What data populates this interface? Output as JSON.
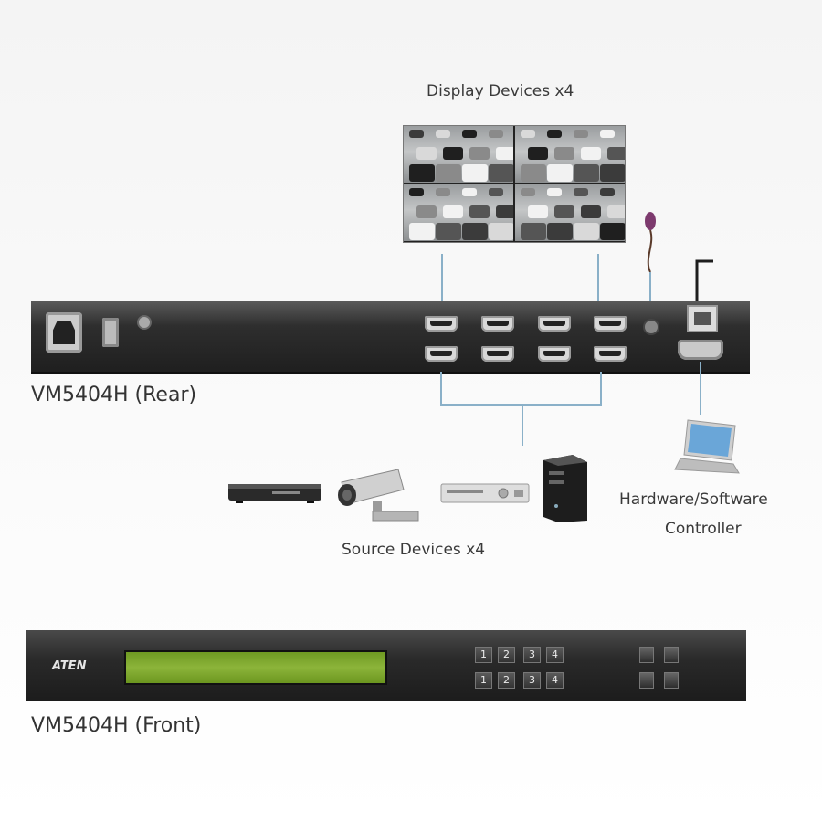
{
  "labels": {
    "display_devices": "Display Devices x4",
    "rear": "VM5404H (Rear)",
    "front": "VM5404H (Front)",
    "controller_line1": "Hardware/Software",
    "controller_line2": "Controller",
    "source_devices": "Source Devices x4"
  },
  "front_panel": {
    "brand": "ATEN",
    "buttons_row1": [
      "1",
      "2",
      "3",
      "4"
    ],
    "buttons_row2": [
      "1",
      "2",
      "3",
      "4"
    ]
  },
  "colors": {
    "connector_line": "#8ab0c8",
    "lcd": "#7ea52c",
    "device_body": "#2a2a2a"
  }
}
